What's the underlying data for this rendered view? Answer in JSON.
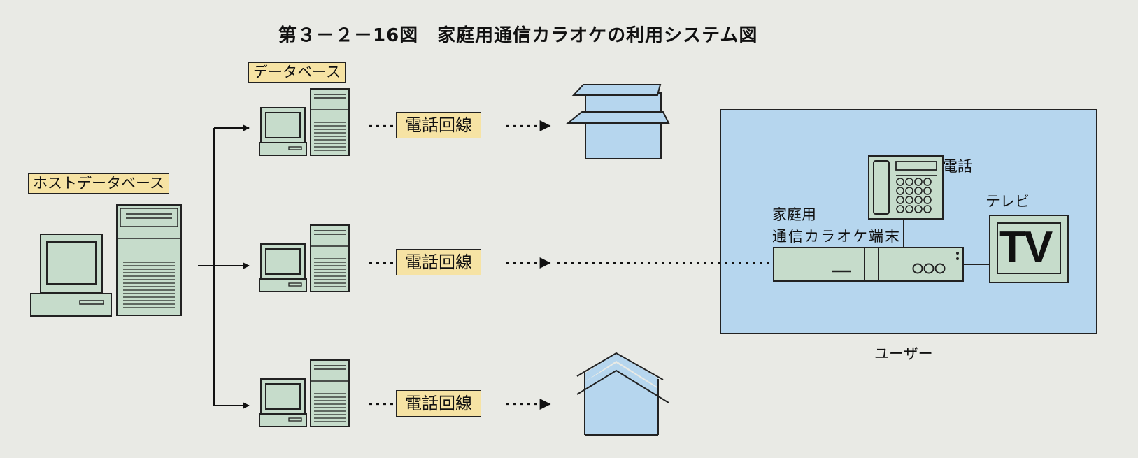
{
  "title": "第３－２－16図　家庭用通信カラオケの利用システム図",
  "labels": {
    "host_database": "ホストデータベース",
    "database": "データベース",
    "phone_line": "電話回線",
    "telephone": "電話",
    "terminal_line1": "家庭用",
    "terminal_line2": "通信カラオケ端末",
    "tv_label": "テレビ",
    "tv_screen": "TV",
    "user": "ユーザー"
  },
  "colors": {
    "background": "#e9eae5",
    "equipment": "#c6dccb",
    "house": "#b6d6ee",
    "user_box": "#b6d6ee",
    "tag": "#f6e3a4",
    "outline": "#222222"
  }
}
